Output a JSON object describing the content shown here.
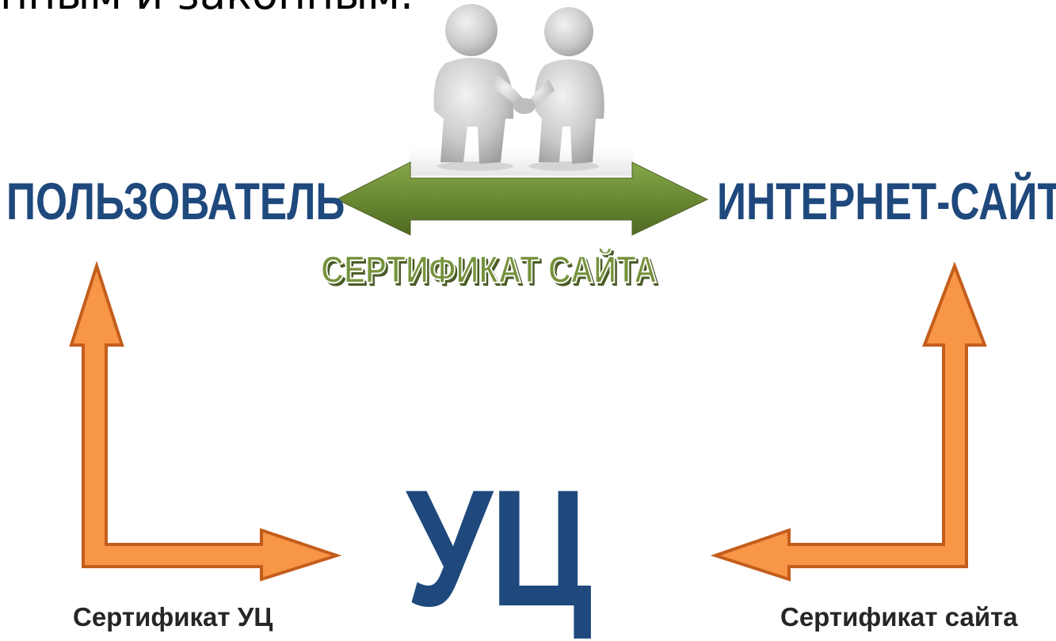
{
  "title_fragment": "нным и законным.",
  "nodes": {
    "user": "ПОЛЬЗОВАТЕЛЬ",
    "site": "ИНТЕРНЕТ-САЙТ",
    "ca": "УЦ"
  },
  "arrow_label": "СЕРТИФИКАТ САЙТА",
  "captions": {
    "ca_certificate": "Сертификат УЦ",
    "site_certificate": "Сертификат сайта"
  },
  "illustration": "handshake-figures",
  "colors": {
    "node_text": "#1f497d",
    "green_arrow": "#6e8c35",
    "orange_arrow": "#f79646",
    "orange_outline": "#c45d1c"
  }
}
